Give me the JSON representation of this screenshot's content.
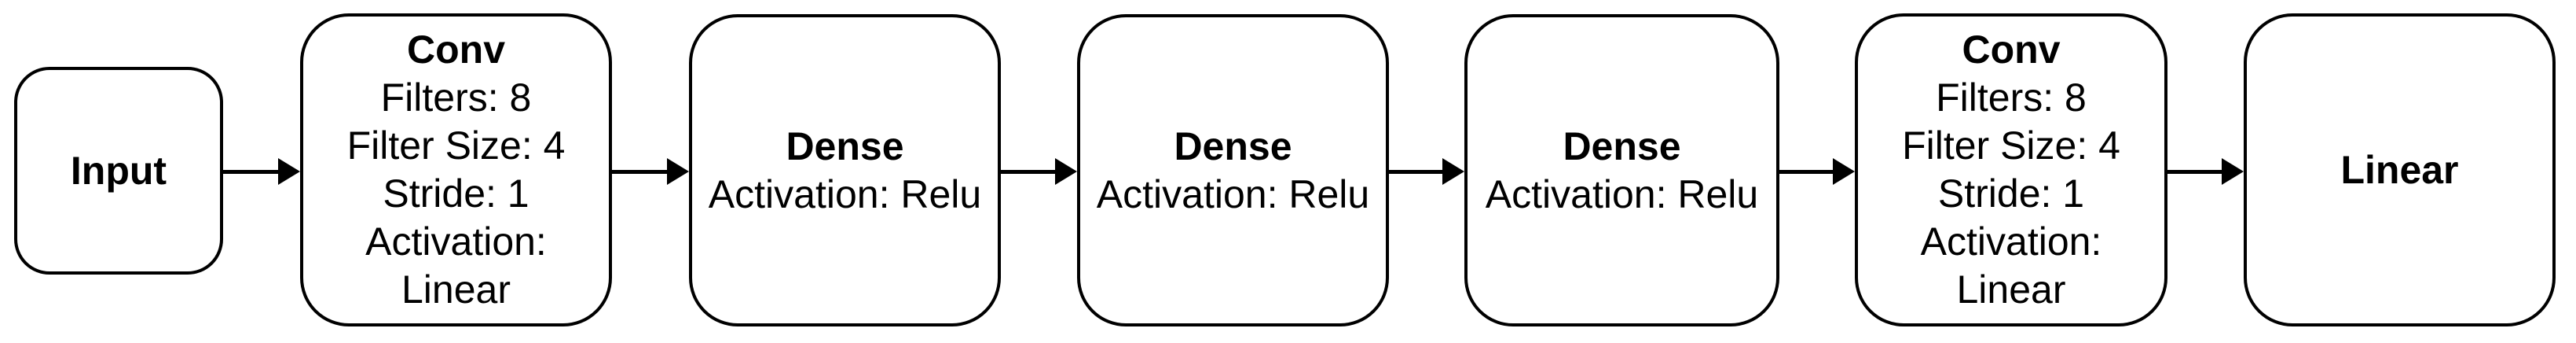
{
  "diagram": {
    "background_color": "#ffffff",
    "stroke_color": "#000000",
    "text_color": "#000000",
    "nodes": [
      {
        "id": "input",
        "title": "Input",
        "lines": []
      },
      {
        "id": "conv-1",
        "title": "Conv",
        "lines": [
          "Filters: 8",
          "Filter Size: 4",
          "Stride: 1",
          "Activation:",
          "Linear"
        ]
      },
      {
        "id": "dense-1",
        "title": "Dense",
        "lines": [
          "Activation: Relu"
        ]
      },
      {
        "id": "dense-2",
        "title": "Dense",
        "lines": [
          "Activation: Relu"
        ]
      },
      {
        "id": "dense-3",
        "title": "Dense",
        "lines": [
          "Activation: Relu"
        ]
      },
      {
        "id": "conv-2",
        "title": "Conv",
        "lines": [
          "Filters: 8",
          "Filter Size: 4",
          "Stride: 1",
          "Activation:",
          "Linear"
        ]
      },
      {
        "id": "linear",
        "title": "Linear",
        "lines": []
      }
    ],
    "connections": [
      {
        "from": "input",
        "to": "conv-1"
      },
      {
        "from": "conv-1",
        "to": "dense-1"
      },
      {
        "from": "dense-1",
        "to": "dense-2"
      },
      {
        "from": "dense-2",
        "to": "dense-3"
      },
      {
        "from": "dense-3",
        "to": "conv-2"
      },
      {
        "from": "conv-2",
        "to": "linear"
      }
    ]
  }
}
